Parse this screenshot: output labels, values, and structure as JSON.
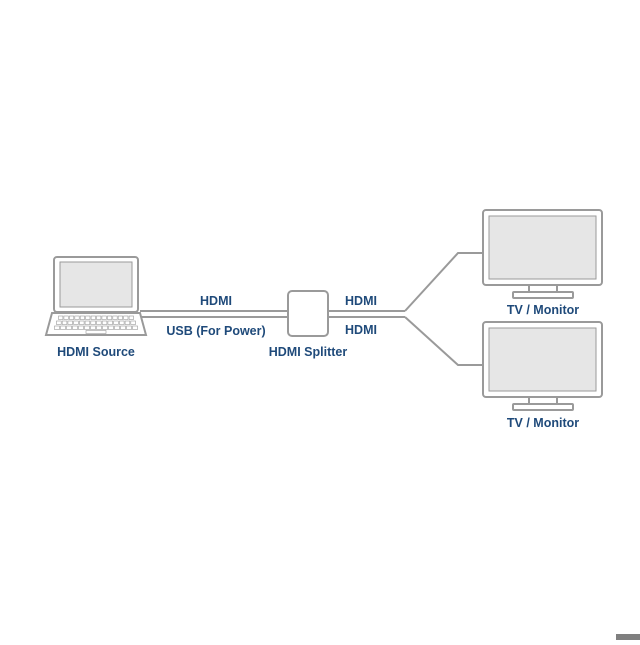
{
  "colors": {
    "label": "#1f4a7a",
    "device_stroke": "#9a9a9a",
    "device_fill": "#ffffff",
    "screen_fill": "#e6e6e6",
    "cable": "#9a9a9a",
    "corner_mark": "#7f7f7f"
  },
  "labels": {
    "source": "HDMI Source",
    "hdmi_in": "HDMI",
    "usb_power": "USB (For Power)",
    "splitter": "HDMI Splitter",
    "hdmi_out_1": "HDMI",
    "hdmi_out_2": "HDMI",
    "monitor_1": "TV / Monitor",
    "monitor_2": "TV / Monitor"
  },
  "icons": {
    "source": "laptop-icon",
    "splitter": "splitter-box-icon",
    "display": "monitor-icon"
  }
}
